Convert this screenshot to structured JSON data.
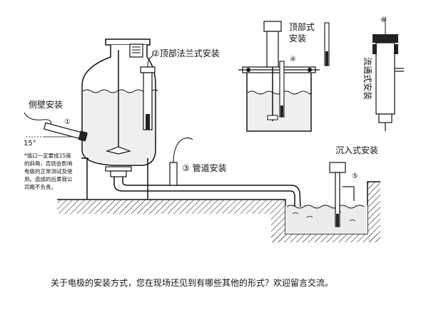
{
  "labels": {
    "side": "侧壁安装",
    "angle": "15°",
    "flange": "②顶部法兰式安装",
    "pipe": "③ 管道安装",
    "top_mount": "顶部式",
    "top_mount2": "安装",
    "flow": "流通式安装",
    "submerge": "沉入式安装",
    "n1": "①",
    "n4": "④",
    "n5": "⑤",
    "n6": "⑥"
  },
  "note_lines": [
    "*插口一定要成15度",
    "的斜角，否则会影响",
    "电极的正常测试及使",
    "用。造成的后果我公",
    "司概不负责。"
  ],
  "caption": "关于电极的安装方式，您在现场还见到有哪些其他的形式？欢迎留言交流。",
  "colors": {
    "ink": "#111111",
    "water": "#e8e8e8"
  }
}
